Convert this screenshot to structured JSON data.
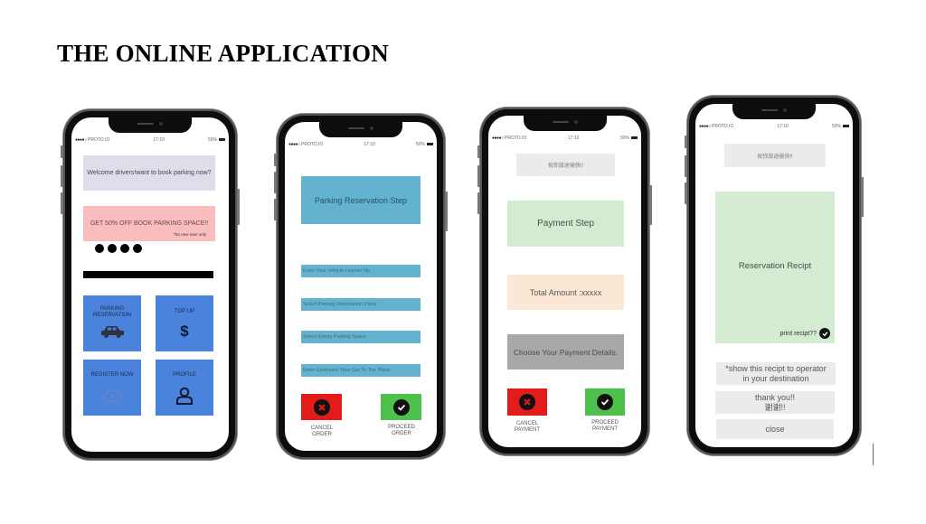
{
  "slide": {
    "title": "THE ONLINE APPLICATION"
  },
  "status_bar": {
    "signal": "●●●●○",
    "carrier": "PROTO.IO",
    "time": "17:10",
    "battery": "50%"
  },
  "screens": [
    {
      "name": "home",
      "welcome_text": "Welcome drivers!want to book parking now?",
      "promo": {
        "text": "GET 50% OFF BOOK PARKING SPACE!!",
        "subtext": "*for new user only"
      },
      "pager_dots": 4,
      "tiles": [
        {
          "label": "PARKING RESERVATION",
          "icon": "car-icon"
        },
        {
          "label": "TOP UP",
          "icon": "dollar-icon"
        },
        {
          "label": "REGISTER NOW",
          "icon": "cloud-lock-icon"
        },
        {
          "label": "PROFILE",
          "icon": "user-icon"
        }
      ]
    },
    {
      "name": "parking-reservation",
      "header": "Parking Reservation Step",
      "fields": [
        "Enter Your Vehicle License No. :",
        "Select Parking Reservation Place :",
        "Select Empty Parking Space :",
        "Enter Estimated Time Get To The Place :"
      ],
      "cancel": {
        "label_line1": "CANCEL",
        "label_line2": "ORDER",
        "icon": "x-circle-icon"
      },
      "proceed": {
        "label_line1": "PROCEED",
        "label_line2": "ORDER",
        "icon": "check-circle-icon"
      }
    },
    {
      "name": "payment",
      "greeting": "祝你旅途愉快!!",
      "header": "Payment Step",
      "total_amount": "Total Amount :xxxxx",
      "choose_payment": "Choose Your Payment Details:",
      "cancel": {
        "label_line1": "CANCEL",
        "label_line2": "PAYMENT",
        "icon": "x-circle-icon"
      },
      "proceed": {
        "label_line1": "PROCEED",
        "label_line2": "PAYMENT",
        "icon": "check-circle-icon"
      }
    },
    {
      "name": "receipt",
      "greeting": "祝你旅途愉快!!",
      "receipt_title": "Reservation Recipt",
      "print_label": "print recipt??",
      "notice_line1": "*show this recipt to operator",
      "notice_line2": "in your destination",
      "thanks_line1": "thank you!!",
      "thanks_line2": "谢谢!!",
      "close_label": "close"
    }
  ],
  "colors": {
    "tile_blue": "#4b82db",
    "step_blue": "#63b3ce",
    "cancel_red": "#e31b1b",
    "proceed_green": "#4ec14d",
    "welcome_lavender": "#e1dcea",
    "promo_pink": "#f9bdbd",
    "payment_green": "#d3ecd1",
    "amount_peach": "#fbe7d3",
    "choose_grey": "#a8a8a8",
    "note_grey": "#ebebeb"
  }
}
